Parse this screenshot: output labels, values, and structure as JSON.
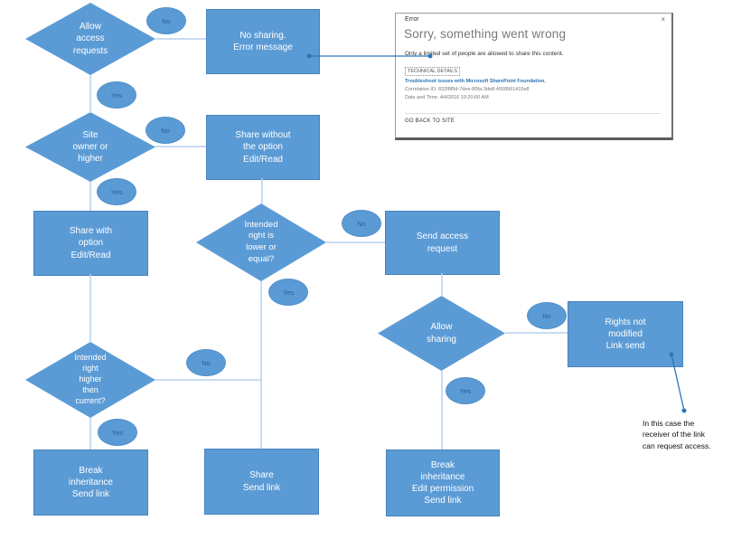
{
  "colors": {
    "shape_fill": "#5b9bd5",
    "shape_border": "#4981bd",
    "shape_text": "#ffffff",
    "ellipse_text": "#2b5c8d",
    "connector": "#b5d1ec",
    "callout": "#2e75b6"
  },
  "diagram": {
    "decisions": {
      "allow_access": "Allow\naccess\nrequests",
      "site_owner": "Site\nowner or\nhigher",
      "intended_lower": "Intended\nright is\nlower or\nequal?",
      "allow_sharing": "Allow\nsharing",
      "intended_higher": "Intended\nright\nhigher\nthen\ncurrent?"
    },
    "processes": {
      "no_sharing": "No sharing.\nError message",
      "share_without": "Share without\nthe option\nEdit/Read",
      "share_with": "Share with\noption\nEdit/Read",
      "send_access": "Send access\nrequest",
      "rights_not_modified": "Rights not\nmodified\nLink send",
      "break_inheritance": "Break\ninheritance\nSend link",
      "share_send_link": "Share\nSend link",
      "break_inheritance_edit": "Break\ninheritance\nEdit permission\nSend link"
    },
    "labels": {
      "yes": "Yes",
      "no": "No"
    },
    "annotation": "In this case the\nreceiver of the link\ncan request access."
  },
  "dialog": {
    "title": "Error",
    "close_icon": "×",
    "heading": "Sorry, something went wrong",
    "message": "Only a limited set of people are allowed to share this content.",
    "technical_details": "TECHNICAL DETAILS",
    "troubleshoot_link": "Troubleshoot issues with Microsoft SharePoint Foundation.",
    "correlation_id": "Correlation ID: 832f8f9d-7dee-80fa-3de8-4008961415e8",
    "date_time": "Date and Time: 4/4/2016 10:20:00 AM",
    "go_back": "GO BACK TO SITE"
  }
}
